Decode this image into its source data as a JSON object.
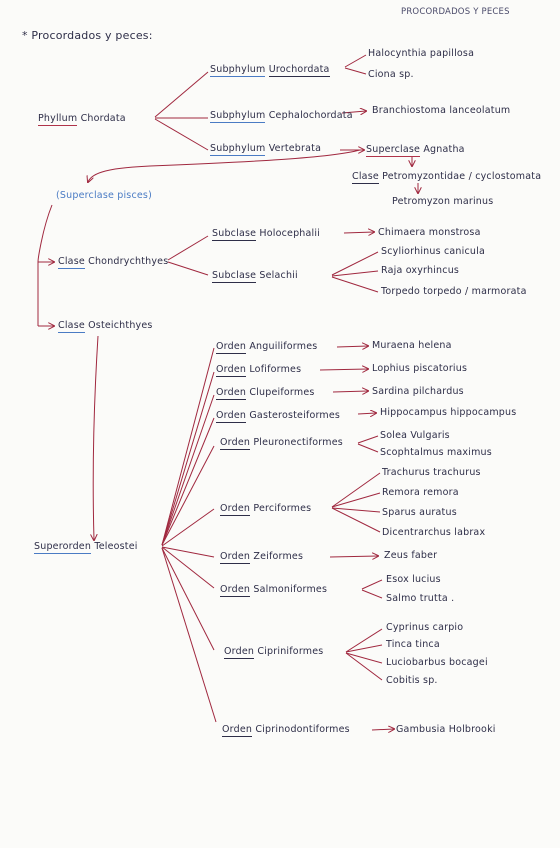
{
  "header_note": "PROCORDADOS Y PECES",
  "title": "* Procordados y peces:",
  "phylum": {
    "word": "Phyllum",
    "name": "Chordata"
  },
  "subphyla": [
    {
      "word": "Subphylum",
      "name": "Urochordata",
      "species": [
        "Halocynthia papillosa",
        "Ciona sp."
      ]
    },
    {
      "word": "Subphylum",
      "name": "Cephalochordata",
      "species": [
        "Branchiostoma lanceolatum"
      ]
    },
    {
      "word": "Subphylum",
      "name": "Vertebrata"
    }
  ],
  "agnatha": {
    "word": "Superclase",
    "name": "Agnatha",
    "clase_word": "Clase",
    "clase_name": "Petromyzontidae / cyclostomata",
    "species": "Petromyzon marinus"
  },
  "pisces": "(Superclase pisces)",
  "chondrichthyes": {
    "word": "Clase",
    "name": "Chondrychthyes"
  },
  "holocephalii": {
    "word": "Subclase",
    "name": "Holocephalii",
    "species": "Chimaera monstrosa"
  },
  "selachii": {
    "word": "Subclase",
    "name": "Selachii",
    "species": [
      "Scyliorhinus canicula",
      "Raja oxyrhincus",
      "Torpedo torpedo / marmorata"
    ]
  },
  "osteichthyes": {
    "word": "Clase",
    "name": "Osteichthyes"
  },
  "teleostei": {
    "word": "Superorden",
    "name": "Teleostei"
  },
  "orders": [
    {
      "word": "Orden",
      "name": "Anguiliformes",
      "species": [
        "Muraena helena"
      ]
    },
    {
      "word": "Orden",
      "name": "Lofiformes",
      "species": [
        "Lophius piscatorius"
      ]
    },
    {
      "word": "Orden",
      "name": "Clupeiformes",
      "species": [
        "Sardina pilchardus"
      ]
    },
    {
      "word": "Orden",
      "name": "Gasterosteiformes",
      "species": [
        "Hippocampus hippocampus"
      ]
    },
    {
      "word": "Orden",
      "name": "Pleuronectiformes",
      "species": [
        "Solea Vulgaris",
        "Scophtalmus maximus"
      ]
    },
    {
      "word": "Orden",
      "name": "Perciformes",
      "species": [
        "Trachurus trachurus",
        "Remora remora",
        "Sparus auratus",
        "Dicentrarchus labrax"
      ]
    },
    {
      "word": "Orden",
      "name": "Zeiformes",
      "species": [
        "Zeus faber"
      ]
    },
    {
      "word": "Orden",
      "name": "Salmoniformes",
      "species": [
        "Esox lucius",
        "Salmo trutta ."
      ]
    },
    {
      "word": "Orden",
      "name": "Cipriniformes",
      "species": [
        "Cyprinus carpio",
        "Tinca tinca",
        "Luciobarbus bocagei",
        "Cobitis sp."
      ]
    },
    {
      "word": "Orden",
      "name": "Ciprinodontiformes",
      "species": [
        "Gambusia Holbrooki"
      ]
    }
  ],
  "colors": {
    "ink": "#2e2e48",
    "red_line": "#a0283f",
    "blue_ul": "#4a7bc4",
    "red_ul": "#b0334a"
  }
}
